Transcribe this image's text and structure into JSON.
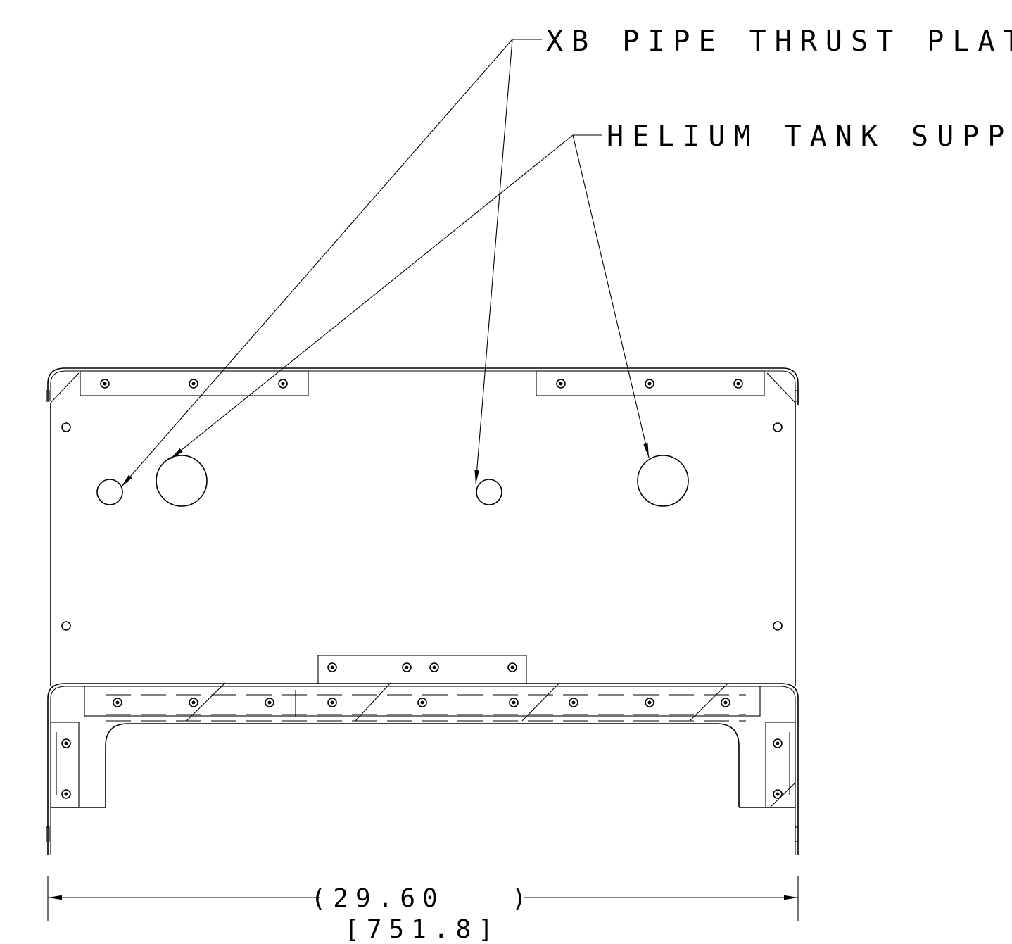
{
  "callouts": {
    "xb_pipe_thrust_plate": "XB PIPE THRUST PLATE",
    "helium_tank_support": "HELIUM TANK SUPPORT"
  },
  "dimension": {
    "imperial": "(29.60   )",
    "metric": "[751.8]"
  }
}
